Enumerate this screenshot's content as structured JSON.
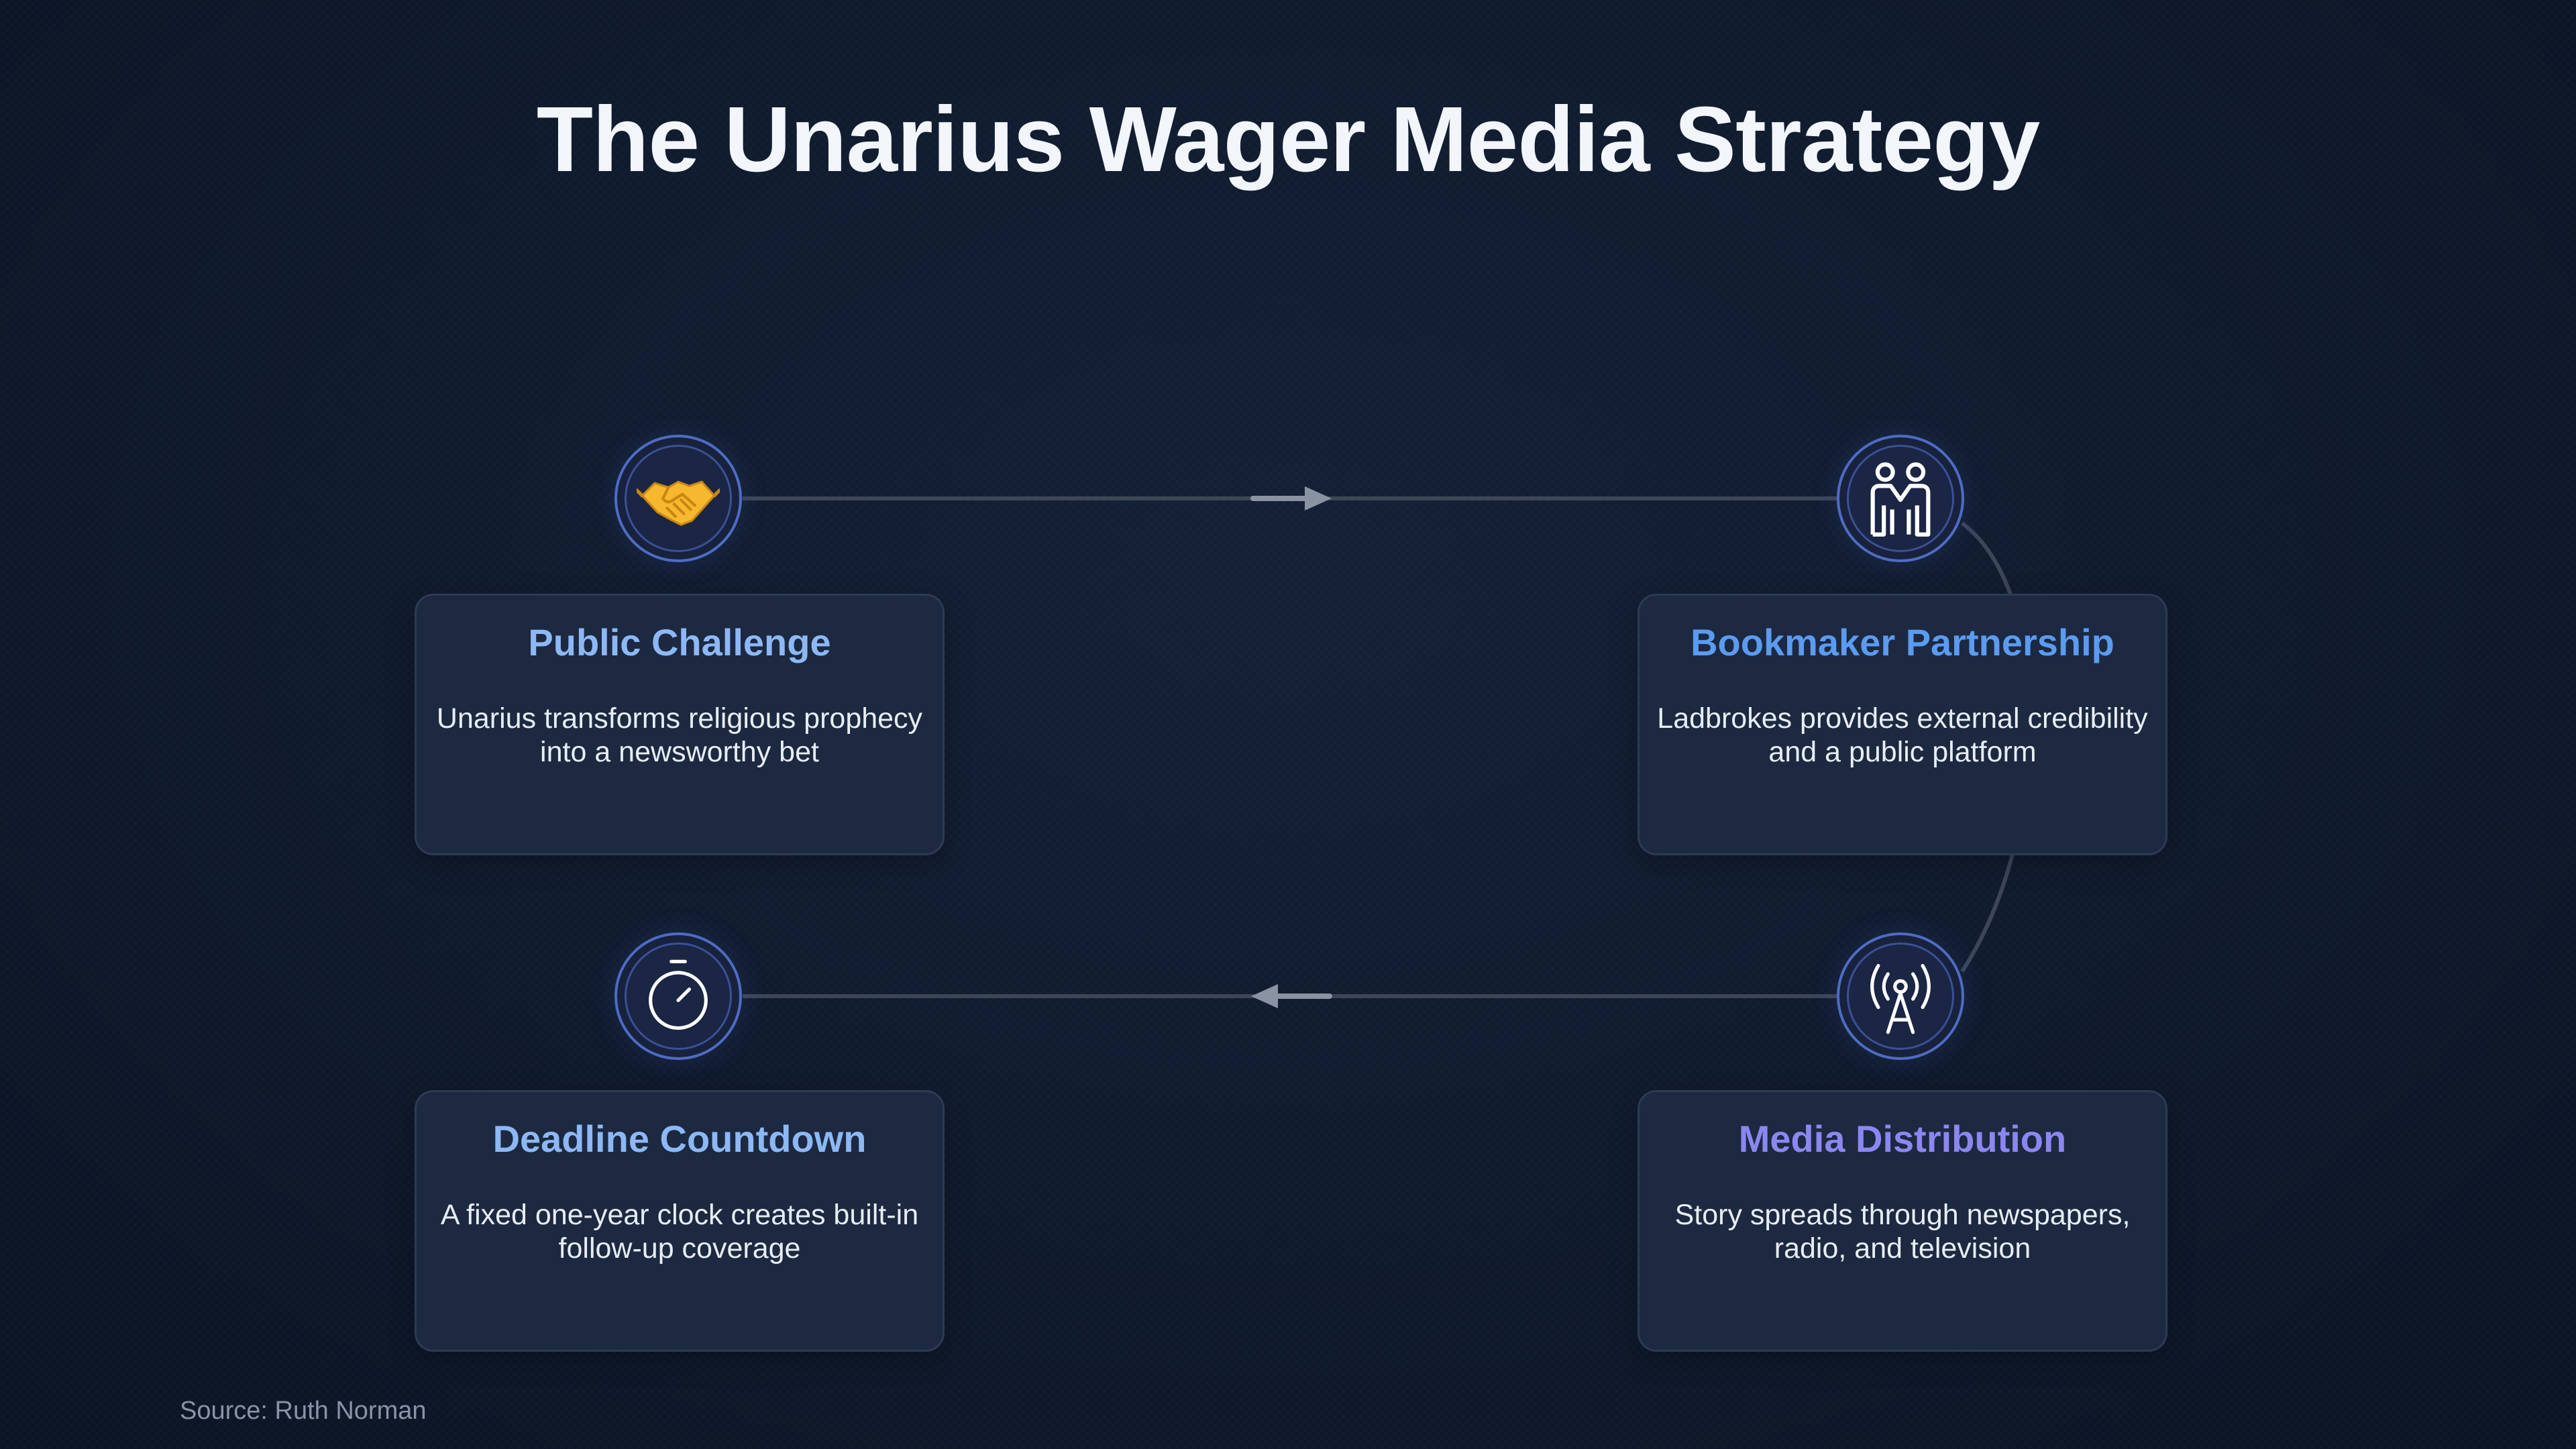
{
  "title": "The Unarius Wager Media Strategy",
  "source": "Source: Ruth Norman",
  "colors": {
    "card_title_1": "#8db8f5",
    "card_title_2": "#5b9bf0",
    "card_title_3": "#8db8f5",
    "card_title_4": "#8c87f0",
    "connector": "#3c4658",
    "arrow": "#8a93a3"
  },
  "steps": [
    {
      "icon": "handshake-icon",
      "title": "Public Challenge",
      "description": "Unarius transforms religious prophecy into a newsworthy bet"
    },
    {
      "icon": "partnership-icon",
      "title": "Bookmaker Partnership",
      "description": "Ladbrokes provides external credibility and a public platform"
    },
    {
      "icon": "broadcast-tower-icon",
      "title": "Media Distribution",
      "description": "Story spreads through newspapers, radio, and television"
    },
    {
      "icon": "stopwatch-icon",
      "title": "Deadline Countdown",
      "description": "A fixed one-year clock creates built-in follow-up coverage"
    }
  ]
}
